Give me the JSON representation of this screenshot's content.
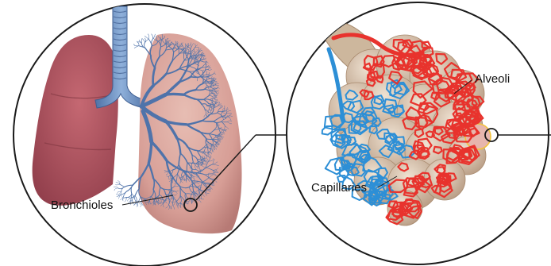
{
  "labels": {
    "bronchioles": "Bronchioles",
    "alveoli": "Alveoli",
    "capillaries": "Capillaries"
  },
  "colors": {
    "lung_right": "#b2525e",
    "lung_left": "#dba49c",
    "trachea": "#6e92c0",
    "bronchiole": "#4f73aa",
    "artery": "#e8332d",
    "vein": "#2d8fd6",
    "alveolus": "#d8c0a6",
    "outline": "#1a1a1a"
  }
}
